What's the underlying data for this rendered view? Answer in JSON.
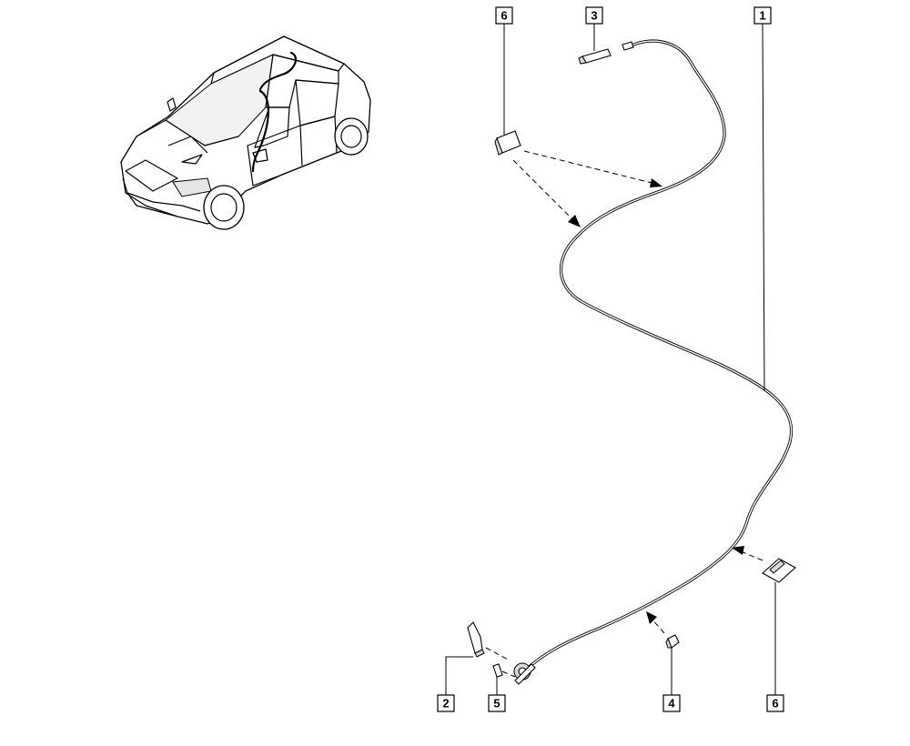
{
  "diagram": {
    "callouts": [
      {
        "id": "callout-6-top",
        "label": "6"
      },
      {
        "id": "callout-3",
        "label": "3"
      },
      {
        "id": "callout-1",
        "label": "1"
      },
      {
        "id": "callout-2",
        "label": "2"
      },
      {
        "id": "callout-5",
        "label": "5"
      },
      {
        "id": "callout-4",
        "label": "4"
      },
      {
        "id": "callout-6-bottom",
        "label": "6"
      }
    ]
  }
}
